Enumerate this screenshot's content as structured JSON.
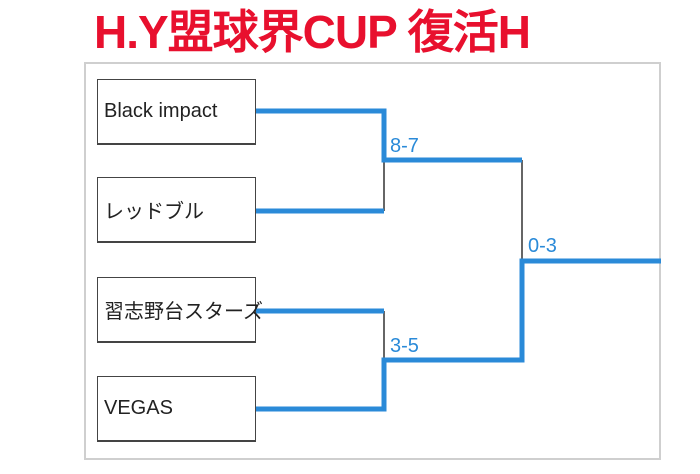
{
  "title": "H.Y盟球界CUP 復活H",
  "teams": [
    "Black impact",
    "レッドブル",
    "習志野台スターズ",
    "VEGAS"
  ],
  "matches": [
    {
      "score": "8-7",
      "winner": "Black impact"
    },
    {
      "score": "3-5",
      "winner": "VEGAS"
    },
    {
      "score": "0-3",
      "winner": "VEGAS"
    }
  ],
  "colors": {
    "title": "#e8102e",
    "winner_line": "#2a8ad8",
    "loser_line": "#333333"
  }
}
